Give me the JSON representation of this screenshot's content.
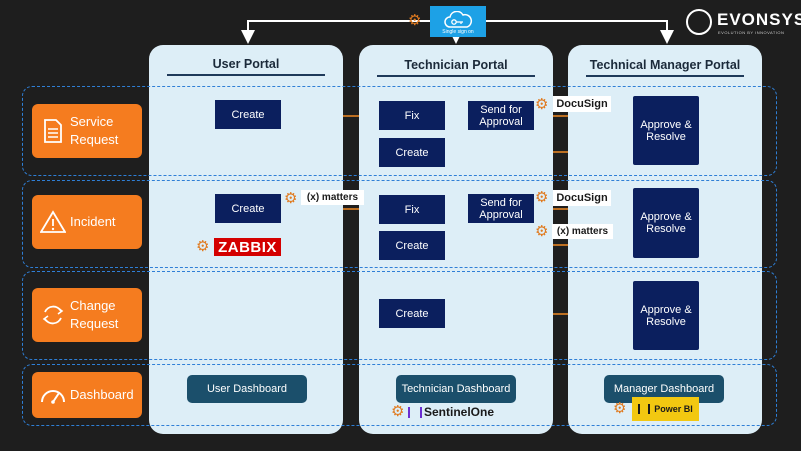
{
  "brand": {
    "name": "EVONSYS",
    "tagline": "EVOLUTION BY INNOVATION"
  },
  "sso": {
    "label": "Single sign on"
  },
  "portals": [
    {
      "title": "User Portal"
    },
    {
      "title": "Technician Portal"
    },
    {
      "title": "Technical Manager Portal"
    }
  ],
  "rows": [
    {
      "label": "Service Request",
      "icon": "document-icon"
    },
    {
      "label": "Incident",
      "icon": "warning-icon"
    },
    {
      "label": "Change Request",
      "icon": "cycle-icon"
    },
    {
      "label": "Dashboard",
      "icon": "gauge-icon"
    }
  ],
  "nodes": {
    "sr_user_create": "Create",
    "sr_tech_fix": "Fix",
    "sr_tech_approval": "Send for Approval",
    "sr_tech_create": "Create",
    "sr_mgr_approve": "Approve & Resolve",
    "in_user_create": "Create",
    "in_tech_fix": "Fix",
    "in_tech_approval": "Send for Approval",
    "in_tech_create": "Create",
    "in_mgr_approve": "Approve & Resolve",
    "cr_tech_create": "Create",
    "cr_mgr_approve": "Approve & Resolve",
    "user_dashboard": "User Dashboard",
    "tech_dashboard": "Technician Dashboard",
    "mgr_dashboard": "Manager Dashboard"
  },
  "integrations": {
    "docusign_1": "DocuSign",
    "docusign_2": "DocuSign",
    "xmatters_1": "(x) matters",
    "xmatters_2": "(x) matters",
    "zabbix": "ZABBIX",
    "sentinelone": "SentinelOne",
    "powerbi": "Power BI"
  },
  "colors": {
    "background": "#1e1e1e",
    "portal": "#ddeef7",
    "node": "#0b1f5e",
    "accent": "#f57c1f",
    "arrow": "#f08a24",
    "band": "#2f7fd6"
  }
}
